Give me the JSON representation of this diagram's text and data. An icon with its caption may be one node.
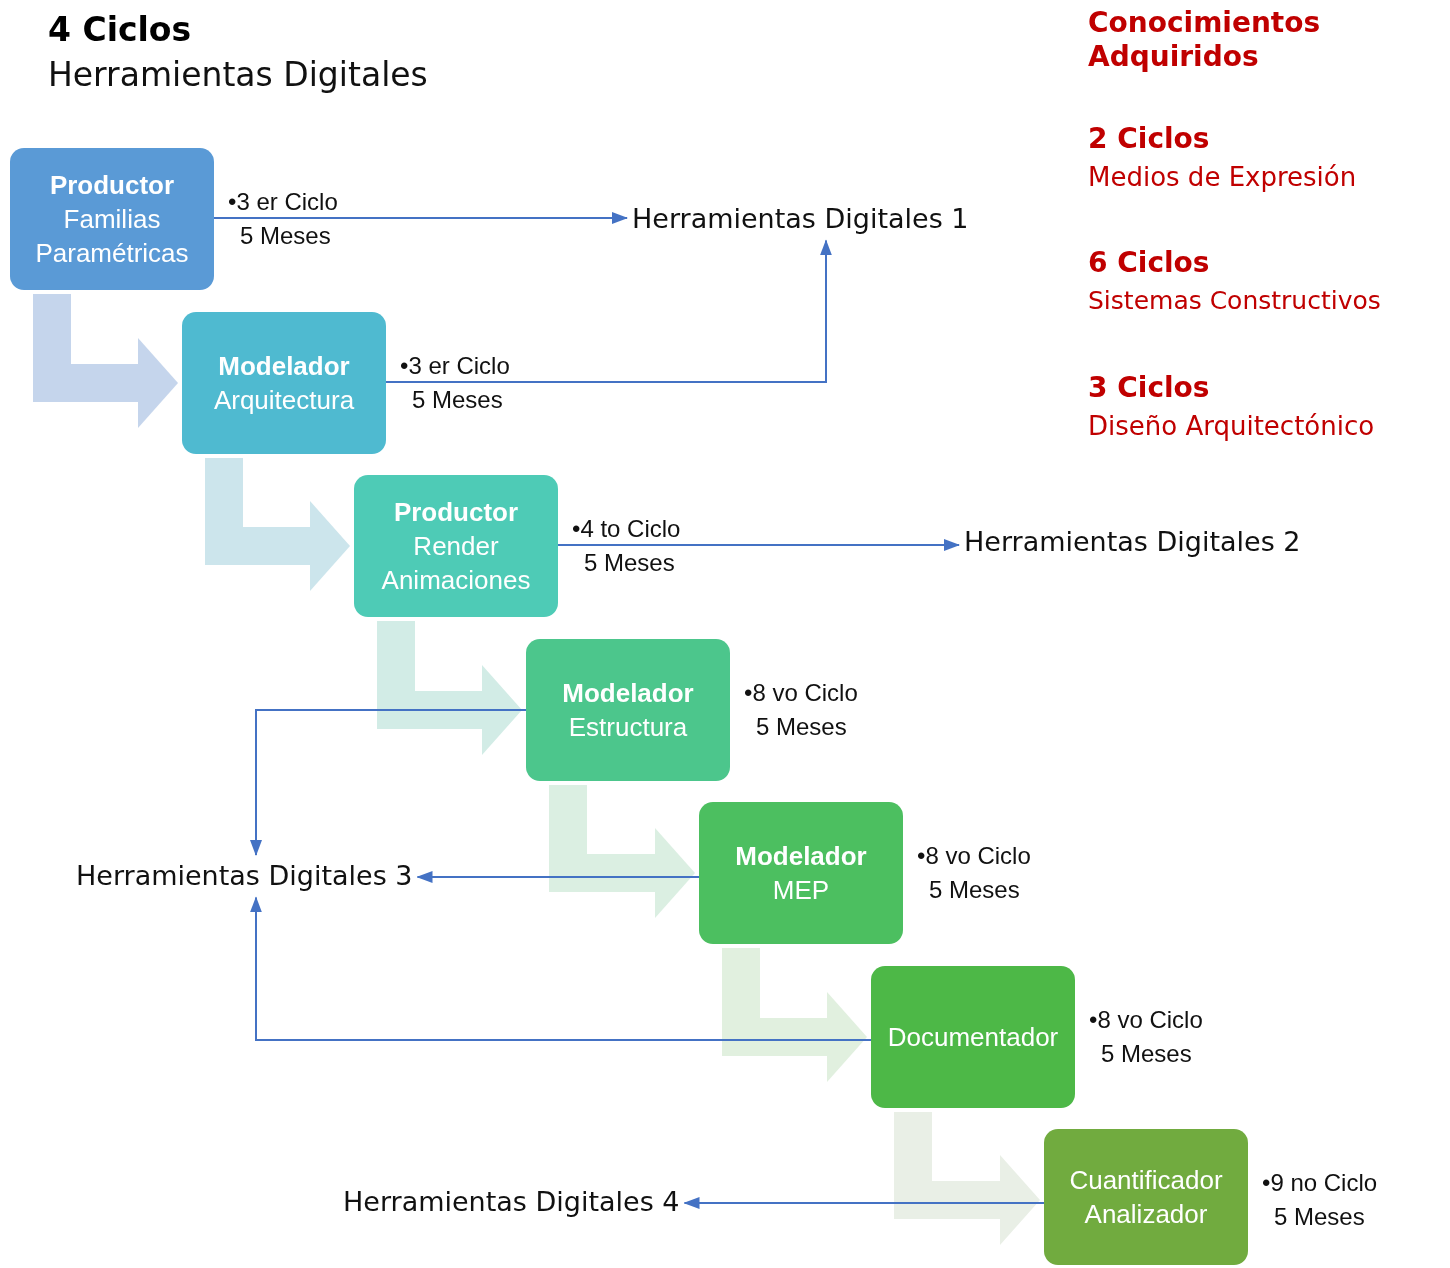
{
  "diagram": {
    "title": "4 Ciclos",
    "nodes": [
      {
        "text": [
          "Productor",
          "Familias Paramétricas"
        ],
        "beside": [
          "•3 er Ciclo",
          "5 Meses"
        ]
      },
      {
        "text": [
          "Modelador",
          "Arquitectura"
        ],
        "beside": [
          "•3 er Ciclo",
          "5 Meses"
        ]
      },
      {
        "text": [
          "Productor",
          "Render Animaciones"
        ],
        "beside": [
          "•4 to Ciclo",
          "5 Meses"
        ]
      },
      {
        "text": [
          "Modelador",
          "Estructura"
        ],
        "beside": [
          "•8 vo Ciclo",
          "5 Meses"
        ]
      },
      {
        "text": [
          "Modelador",
          "MEP"
        ],
        "beside": [
          "•8 vo Ciclo",
          "5 Meses"
        ]
      },
      {
        "text": [
          "Documentador"
        ],
        "beside": [
          "•8 vo Ciclo",
          "5 Meses"
        ]
      },
      {
        "text": [
          "Cuantificador Analizador"
        ],
        "beside": [
          "•9 no Ciclo",
          "5 Meses"
        ]
      },
      {
        "text": [
          "Herramientas Digitales 1"
        ]
      },
      {
        "text": [
          "Herramientas Digitales 2"
        ]
      },
      {
        "text": [
          "Herramientas Digitales 3"
        ]
      },
      {
        "text": [
          "Herramientas Digitales 4"
        ]
      }
    ],
    "edges": [
      {
        "from": 0,
        "to": 7,
        "arrow": "to"
      },
      {
        "from": 1,
        "to": 7,
        "arrow": "to"
      },
      {
        "from": 2,
        "to": 8,
        "arrow": "to"
      },
      {
        "from": 3,
        "to": 9,
        "arrow": "to"
      },
      {
        "from": 4,
        "to": 9,
        "arrow": "to"
      },
      {
        "from": 5,
        "to": 9,
        "arrow": "to"
      },
      {
        "from": 6,
        "to": 10,
        "arrow": "to"
      },
      {
        "from": 0,
        "to": 1,
        "arrow": "to",
        "style": "thick",
        "color": "#c5d5ec"
      },
      {
        "from": 1,
        "to": 2,
        "arrow": "to",
        "style": "thick",
        "color": "#cce5ec"
      },
      {
        "from": 2,
        "to": 3,
        "arrow": "to",
        "style": "thick",
        "color": "#d2ece6"
      },
      {
        "from": 3,
        "to": 4,
        "arrow": "to",
        "style": "thick",
        "color": "#dbefe2"
      },
      {
        "from": 4,
        "to": 5,
        "arrow": "to",
        "style": "thick",
        "color": "#e1f0df"
      },
      {
        "from": 5,
        "to": 6,
        "arrow": "to",
        "style": "thick",
        "color": "#e9efe6"
      }
    ],
    "labels": [
      "Herramientas Digitales",
      "Conocimientos Adquiridos",
      "2 Ciclos",
      "Medios de Expresión",
      "6 Ciclos",
      "Sistemas Constructivos",
      "3 Ciclos",
      "Diseño Arquitectónico"
    ]
  }
}
